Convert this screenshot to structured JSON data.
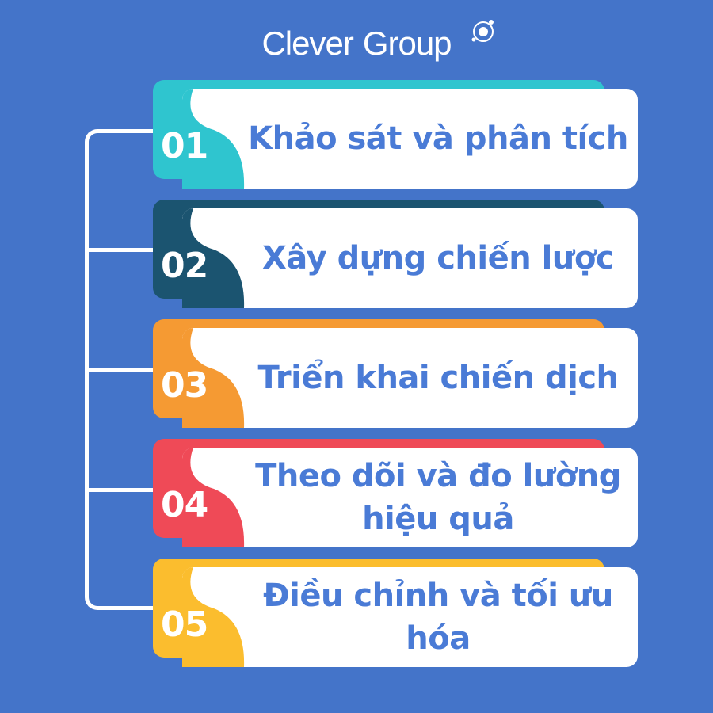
{
  "brand": {
    "word1": "Clever",
    "word2": "Group"
  },
  "colors": {
    "background": "#4474c9",
    "label_text": "#4a7bd6",
    "step1": "#2fc5cf",
    "step2": "#1b5470",
    "step3": "#f59a33",
    "step4": "#ef4a57",
    "step5": "#fbbd2e"
  },
  "steps": [
    {
      "number": "01",
      "label": "Khảo sát và phân tích"
    },
    {
      "number": "02",
      "label": "Xây dựng chiến lược"
    },
    {
      "number": "03",
      "label": "Triển khai chiến dịch"
    },
    {
      "number": "04",
      "label": "Theo dõi và đo lường hiệu quả"
    },
    {
      "number": "05",
      "label": "Điều chỉnh và tối ưu hóa"
    }
  ]
}
